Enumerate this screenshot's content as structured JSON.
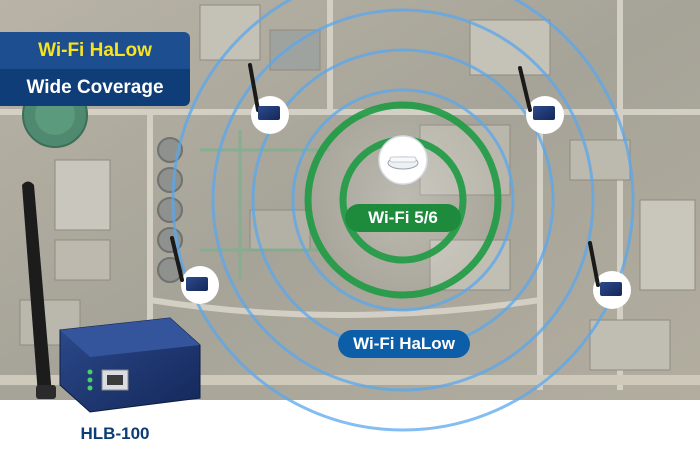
{
  "banner": {
    "title": "Wi-Fi HaLow",
    "subtitle": "Wide Coverage"
  },
  "labels": {
    "wifi56": "Wi-Fi 5/6",
    "halow": "Wi-Fi HaLow"
  },
  "product": {
    "name": "HLB-100"
  },
  "colors": {
    "banner_top": "#1d4e8f",
    "banner_bottom": "#0f3d78",
    "banner_title": "#f6e321",
    "wifi56_green": "#1e8a3c",
    "halow_blue": "#0d5ea8",
    "signal_light_blue": "#5aa8ee",
    "device_navy": "#1a2f63"
  },
  "icons": [
    "access-point-icon",
    "halow-bridge-icon",
    "antenna-icon"
  ]
}
